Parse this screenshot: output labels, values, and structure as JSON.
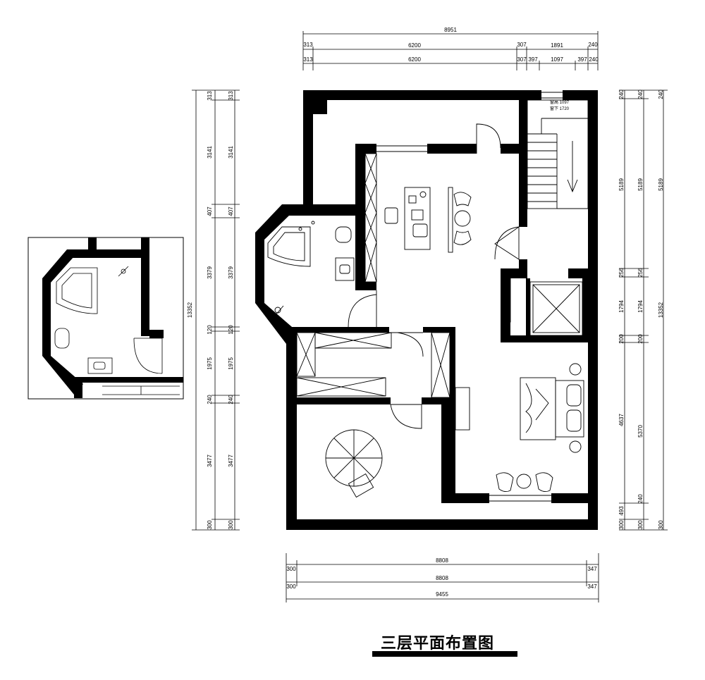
{
  "title": "三层平面布置图",
  "stair_notes": [
    "窗高 1097",
    "窗下 1720"
  ],
  "dims_top": {
    "total": "8951",
    "row2": [
      "313",
      "6200",
      "307",
      "1891",
      "240"
    ],
    "row3": [
      "313",
      "6200",
      "307",
      "397",
      "1097",
      "397",
      "240"
    ]
  },
  "dims_left": {
    "outer_total": "13352",
    "segments": [
      "313",
      "3141",
      "407",
      "3379",
      "120",
      "1975",
      "240",
      "3477",
      "300"
    ]
  },
  "dims_right": {
    "outer_total": "13352",
    "inner": [
      "240",
      "5189",
      "256",
      "1794",
      "200",
      "4637",
      "493",
      "300"
    ],
    "outer": [
      "240",
      "5189",
      "256",
      "1794",
      "200",
      "5370",
      "240",
      "300"
    ]
  },
  "dims_bottom": {
    "row1": [
      "300",
      "8808",
      "347"
    ],
    "row2": [
      "300",
      "8808",
      "347"
    ],
    "total": "9455"
  },
  "colors": {
    "wall": "#000000",
    "line": "#000000",
    "background": "#ffffff"
  }
}
